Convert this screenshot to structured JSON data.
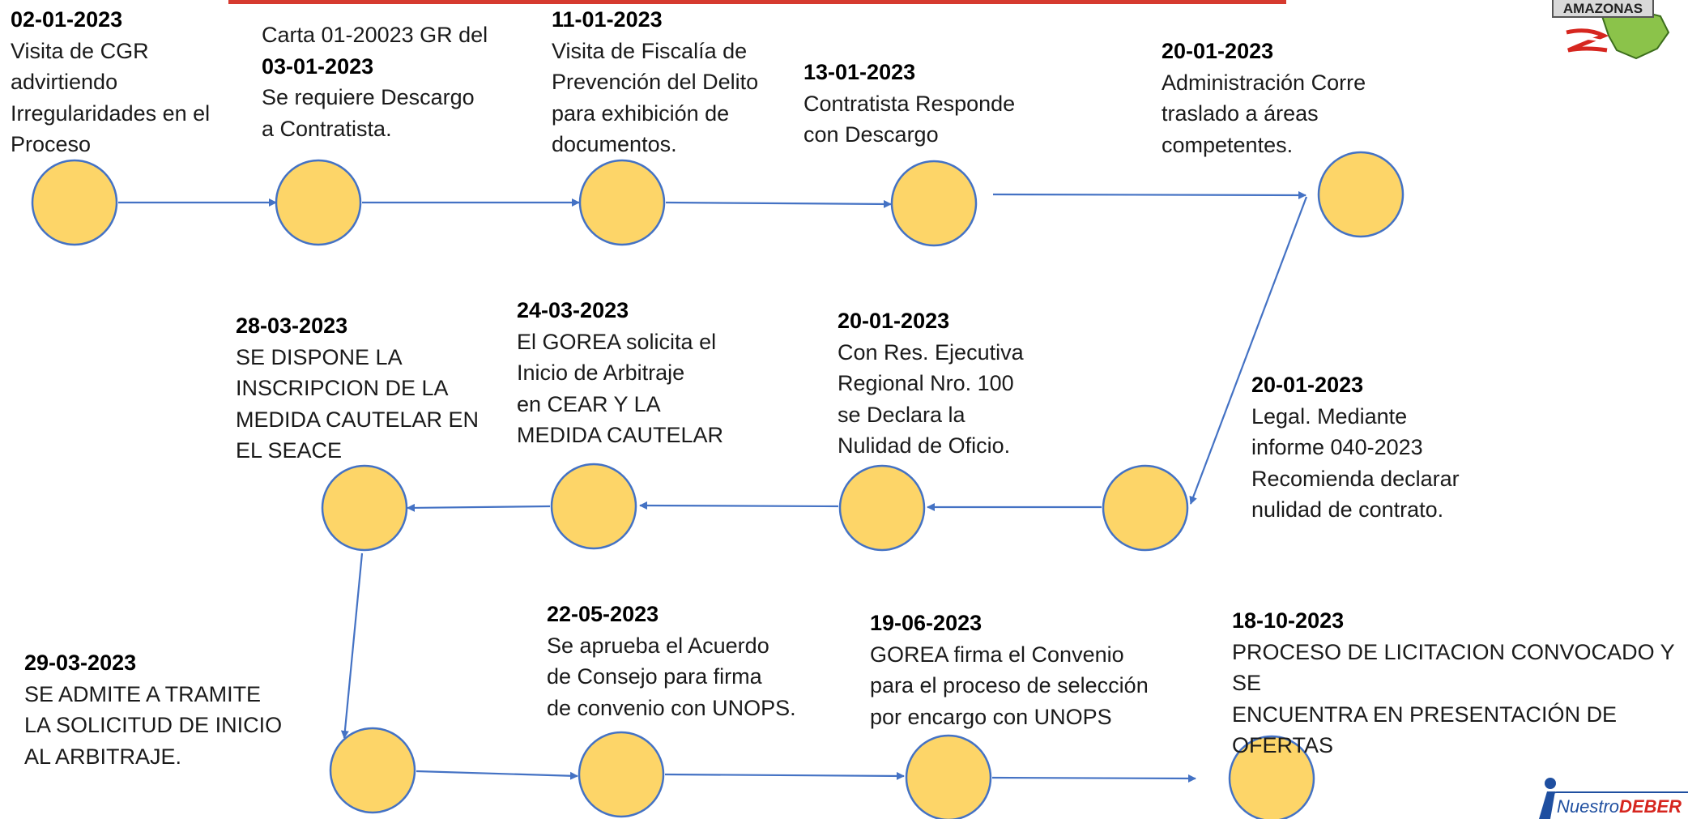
{
  "colors": {
    "node_fill": "#fdd568",
    "node_stroke": "#4472c4",
    "arrow": "#4472c4",
    "top_rule": "#d63a2f",
    "date_text": "#000000",
    "body_text": "#1a1a1a"
  },
  "events": [
    {
      "date": "02-01-2023",
      "text": "Visita de CGR\nadvirtiendo\nIrregularidades en el\nProceso"
    },
    {
      "date": "",
      "pre": "Carta 01-20023 GR del",
      "date_inline": "03-01-2023",
      "text": "Se requiere Descargo\na Contratista."
    },
    {
      "date": "11-01-2023",
      "text": "Visita de Fiscalía de\nPrevención del Delito\npara exhibición de\ndocumentos."
    },
    {
      "date": "13-01-2023",
      "text": "Contratista Responde\ncon Descargo"
    },
    {
      "date": "20-01-2023",
      "text": "Administración Corre\ntraslado a áreas\ncompetentes."
    },
    {
      "date": "20-01-2023",
      "text": "Legal. Mediante\ninforme 040-2023\nRecomienda declarar\nnulidad de contrato."
    },
    {
      "date": "20-01-2023",
      "text": "Con Res. Ejecutiva\nRegional Nro. 100\nse Declara la\nNulidad de Oficio."
    },
    {
      "date": "24-03-2023",
      "text": "El GOREA solicita el\nInicio de Arbitraje\nen CEAR Y LA\nMEDIDA CAUTELAR"
    },
    {
      "date": "28-03-2023",
      "text": "SE DISPONE LA\nINSCRIPCION DE LA\nMEDIDA CAUTELAR  EN\nEL SEACE"
    },
    {
      "date": "29-03-2023",
      "text": "SE ADMITE A TRAMITE\nLA SOLICITUD DE INICIO\nAL ARBITRAJE."
    },
    {
      "date": "22-05-2023",
      "text": "Se aprueba el Acuerdo\nde Consejo para firma\nde convenio con UNOPS."
    },
    {
      "date": "19-06-2023",
      "text": "GOREA firma el Convenio\npara el proceso de selección\npor encargo con UNOPS"
    },
    {
      "date": "18-10-2023",
      "text": "PROCESO DE LICITACION CONVOCADO Y SE\nENCUENTRA EN PRESENTACIÓN DE OFERTAS"
    }
  ],
  "logos": {
    "region_logo_text": "AMAZONAS",
    "brand_word_1": "Nuestro",
    "brand_word_2": "DEBER"
  }
}
